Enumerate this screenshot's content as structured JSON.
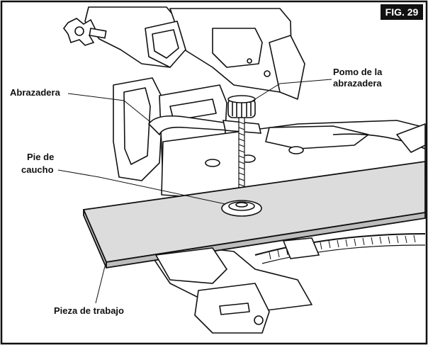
{
  "figure": {
    "tag": "FIG. 29"
  },
  "labels": {
    "clamp": "Abrazadera",
    "clamp_knob_line1": "Pomo de la",
    "clamp_knob_line2": "abrazadera",
    "rubber_foot_line1": "Pie de",
    "rubber_foot_line2": "caucho",
    "workpiece": "Pieza de trabajo"
  },
  "colors": {
    "border": "#111111",
    "board": "#dcdcdc",
    "tag_bg": "#111111",
    "line": "#111111"
  }
}
